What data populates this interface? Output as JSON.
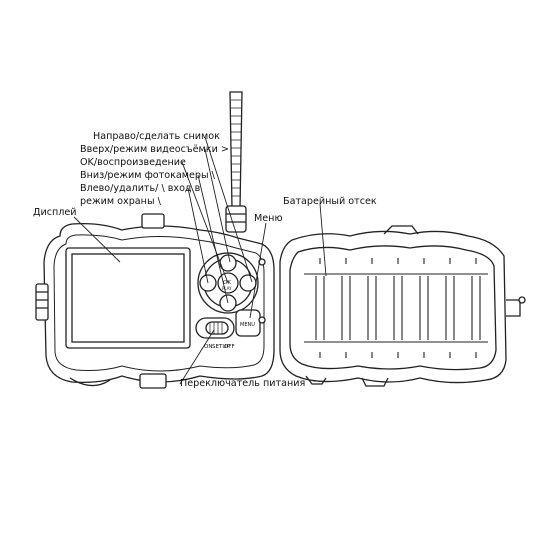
{
  "diagram": {
    "labels": {
      "right_snapshot": "Направо/сделать снимок",
      "up_video": "Вверх/режим видеосъёмки >",
      "ok_playback": "OK/воспроизведение",
      "down_photo": "Вниз/режим фотокамеры \\",
      "left_delete_1": "Влево/удалить/ \\ вход в",
      "left_delete_2": "режим охраны \\",
      "display": "Дисплей",
      "menu": "Меню",
      "battery": "Батарейный отсек",
      "power_switch": "Переключатель питания"
    },
    "device_marks": {
      "on": "ON",
      "setup": "SETUP",
      "off": "OFF",
      "menu_btn": "MENU",
      "ok_btn": "OK",
      "ok_btn_sub": "PLAY"
    }
  }
}
